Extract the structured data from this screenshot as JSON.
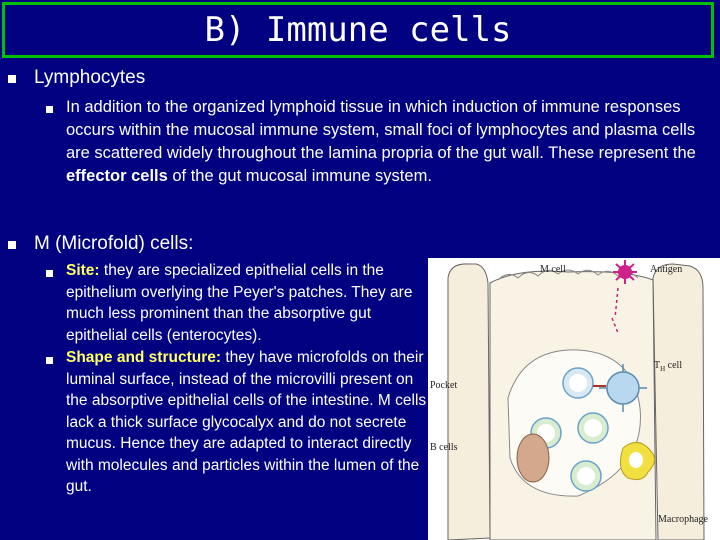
{
  "title": "B) Immune cells",
  "lymphocytes": {
    "heading": "Lymphocytes",
    "para_before": "In addition to the organized lymphoid tissue in which induction of immune responses occurs within the mucosal immune system, small foci of lymphocytes and plasma cells are scattered widely throughout the lamina propria of the gut wall. These represent the ",
    "para_bold": "effector cells",
    "para_after": " of the gut mucosal immune system."
  },
  "mcells": {
    "heading": "M (Microfold) cells",
    "heading_suffix": ":",
    "site_label": "Site:",
    "site_text": " they are specialized epithelial cells in the epithelium overlying the Peyer's patches. They are much less prominent than the absorptive gut epithelial cells (enterocytes).",
    "shape_label": "Shape and structure:",
    "shape_text": " they have microfolds on their luminal surface, instead of the microvilli present on the absorptive epithelial cells of the intestine. M cells lack a thick surface glycocalyx and do not secrete mucus. Hence they are adapted to interact directly with molecules and particles within the lumen of the gut."
  },
  "figure_labels": {
    "mcell": "M cell",
    "antigen": "Antigen",
    "th_cell": "T",
    "th_sub": "H",
    "th_suffix": " cell",
    "pocket": "Pocket",
    "bcells": "B cells",
    "macrophage": "Macrophage"
  },
  "colors": {
    "background": "#000080",
    "title_border": "#00c000",
    "highlight": "#ffff66"
  }
}
